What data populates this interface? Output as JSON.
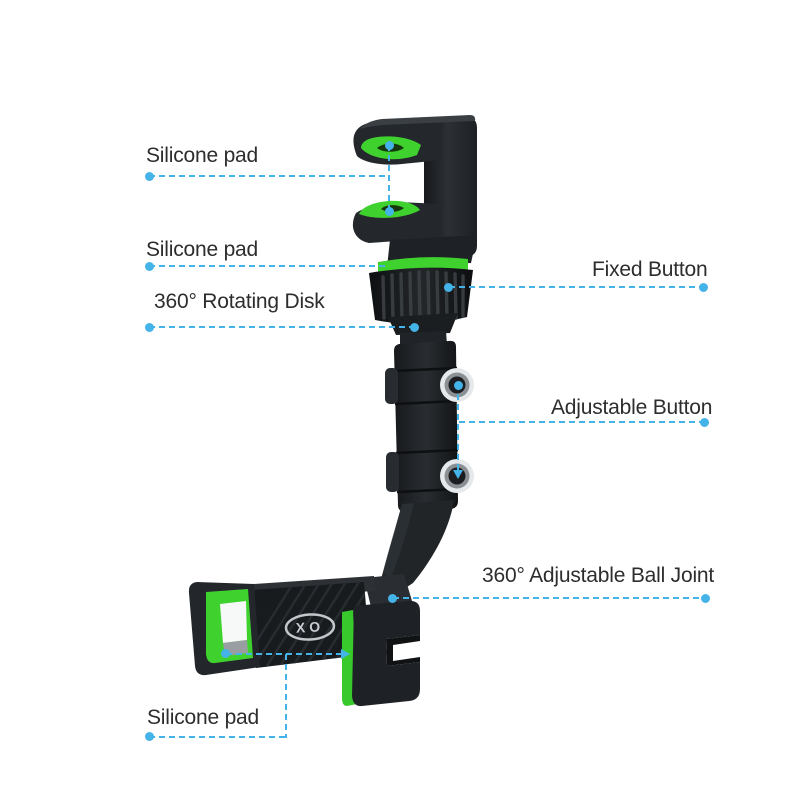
{
  "image": {
    "type": "product-annotation-diagram",
    "background": "#ffffff"
  },
  "colors": {
    "callout_line": "#44b3e8",
    "label_text": "#2d2d2d",
    "accent_green": "#3fd22f",
    "product_body": "#1e2124",
    "chrome_button": "#e6e9eb"
  },
  "product": {
    "logo": "XO"
  },
  "callouts": [
    {
      "id": "silicone-pad-top",
      "label": "Silicone pad",
      "side": "left"
    },
    {
      "id": "silicone-pad-middle",
      "label": "Silicone pad",
      "side": "left"
    },
    {
      "id": "rotating-disk",
      "label": "360° Rotating Disk",
      "side": "left"
    },
    {
      "id": "fixed-button",
      "label": "Fixed Button",
      "side": "right"
    },
    {
      "id": "adjustable-button",
      "label": "Adjustable Button",
      "side": "right"
    },
    {
      "id": "ball-joint",
      "label": "360° Adjustable Ball Joint",
      "side": "right"
    },
    {
      "id": "silicone-pad-bottom",
      "label": "Silicone pad",
      "side": "left"
    }
  ]
}
